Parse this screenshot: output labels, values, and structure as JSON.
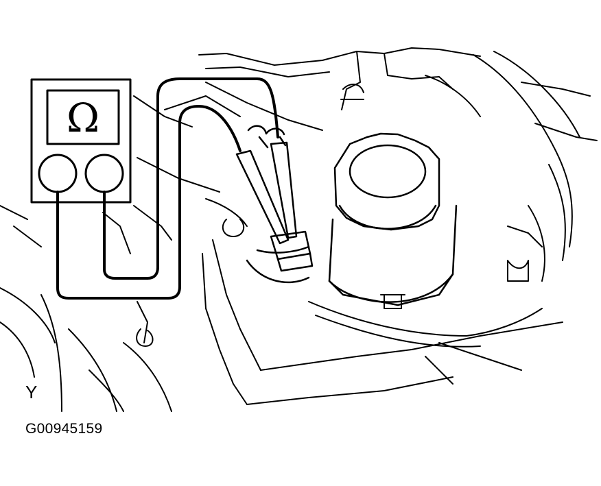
{
  "diagram": {
    "meter_symbol": "Ω",
    "view_letter": "Y",
    "figure_code": "G00945159"
  },
  "colors": {
    "ink": "#000000",
    "paper": "#ffffff"
  },
  "icons": {
    "meter": "ohmmeter-icon",
    "probe": "test-probe-icon",
    "connector": "sensor-connector-icon",
    "cap": "reservoir-cap-icon"
  }
}
